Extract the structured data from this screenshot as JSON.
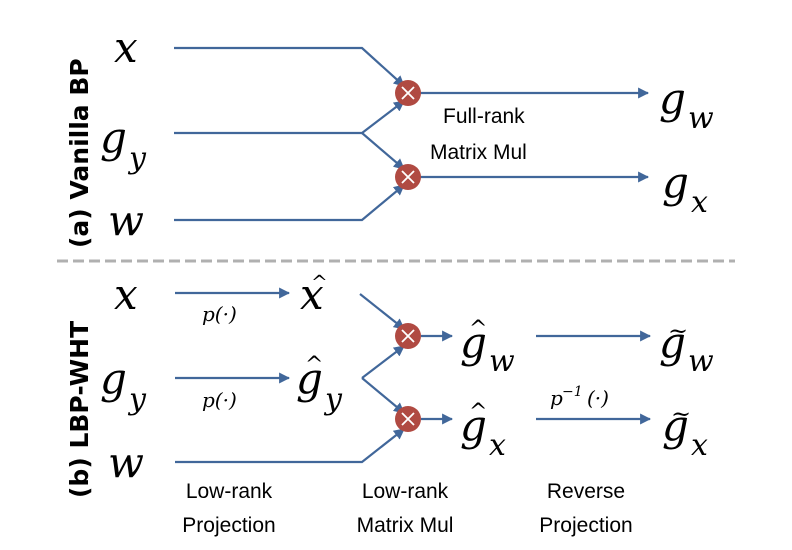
{
  "panel_a": {
    "title": "(a) Vanilla BP",
    "inputs": [
      "x",
      "g",
      "w"
    ],
    "input_subs": [
      "",
      "y",
      ""
    ],
    "outputs": [
      {
        "base": "g",
        "sub": "w"
      },
      {
        "base": "g",
        "sub": "x"
      }
    ],
    "op_label_line1": "Full-rank",
    "op_label_line2": "Matrix Mul"
  },
  "panel_b": {
    "title": "(b) LBP-WHT",
    "inputs": [
      "x",
      "g",
      "w"
    ],
    "input_subs": [
      "",
      "y",
      ""
    ],
    "projection_fn": "p(·)",
    "projected": [
      {
        "base": "x",
        "sub": "",
        "accent": "^"
      },
      {
        "base": "g",
        "sub": "y",
        "accent": "^"
      }
    ],
    "mm_outputs": [
      {
        "base": "g",
        "sub": "w",
        "accent": "^"
      },
      {
        "base": "g",
        "sub": "x",
        "accent": "^"
      }
    ],
    "reverse_fn_base": "p",
    "reverse_fn_sup": "−1",
    "reverse_fn_arg": "(·)",
    "final_outputs": [
      {
        "base": "g",
        "sub": "w",
        "accent": "~"
      },
      {
        "base": "g",
        "sub": "x",
        "accent": "~"
      }
    ],
    "stage_labels": [
      {
        "line1": "Low-rank",
        "line2": "Projection"
      },
      {
        "line1": "Low-rank",
        "line2": "Matrix Mul"
      },
      {
        "line1": "Reverse",
        "line2": "Projection"
      }
    ]
  },
  "colors": {
    "edge": "#41679a",
    "multiply_node": "#b04a42",
    "divider": "#b0b0b0"
  }
}
